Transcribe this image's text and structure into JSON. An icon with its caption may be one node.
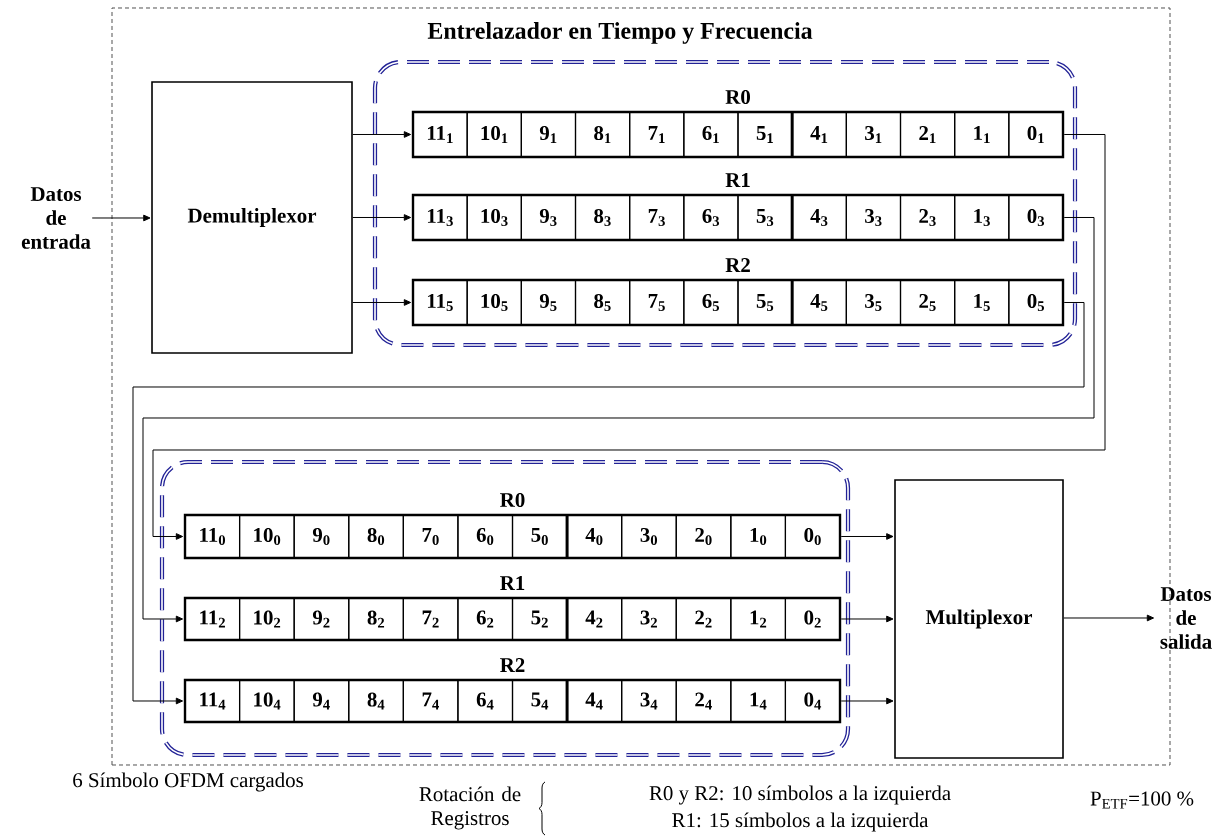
{
  "diagram": {
    "nodes": [
      {
        "text": [
          "Entrelazador en Tiempo y Frecuencia"
        ]
      },
      {
        "text": [
          "Datos de entrada"
        ]
      },
      {
        "text": [
          "Demultiplexor"
        ],
        "in": 0
      },
      {
        "text": [],
        "shape": "box",
        "in": 0
      },
      {
        "text": [
          "R0",
          "11$_{1}$",
          "10$_{1}$",
          "9$_{1}$",
          "8$_{1}$",
          "7$_{1}$",
          "6$_{1}$",
          "5$_{1}$",
          "4$_{1}$",
          "3$_{1}$",
          "2$_{1}$",
          "1$_{1}$",
          "0$_{1}$"
        ],
        "in": 3
      },
      {
        "text": [
          "R1",
          "11$_{3}$",
          "10$_{3}$",
          "9$_{3}$",
          "8$_{3}$",
          "7$_{3}$",
          "6$_{3}$",
          "5$_{3}$",
          "4$_{3}$",
          "3$_{3}$",
          "2$_{3}$",
          "1$_{3}$",
          "0$_{3}$"
        ],
        "in": 3
      },
      {
        "text": [
          "R2",
          "11$_{5}$",
          "10$_{5}$",
          "9$_{5}$",
          "8$_{5}$",
          "7$_{5}$",
          "6$_{5}$",
          "5$_{5}$",
          "4$_{5}$",
          "3$_{5}$",
          "2$_{5}$",
          "1$_{5}$",
          "0$_{5}$"
        ],
        "in": 3
      },
      {
        "text": [],
        "shape": "box",
        "in": 0
      },
      {
        "text": [
          "R0",
          "11$_{0}$",
          "10$_{0}$",
          "9$_{0}$",
          "8$_{0}$",
          "7$_{0}$",
          "6$_{0}$",
          "5$_{0}$",
          "4$_{0}$",
          "3$_{0}$",
          "2$_{0}$",
          "1$_{0}$",
          "0$_{0}$"
        ],
        "in": 7
      },
      {
        "text": [
          "R1",
          "11$_{2}$",
          "10$_{2}$",
          "9$_{2}$",
          "8$_{2}$",
          "7$_{2}$",
          "6$_{2}$",
          "5$_{2}$",
          "4$_{2}$",
          "3$_{2}$",
          "2$_{2}$",
          "1$_{2}$",
          "0$_{2}$"
        ],
        "in": 7
      },
      {
        "text": [
          "R2",
          "11$_{4}$",
          "10$_{4}$",
          "9$_{4}$",
          "8$_{4}$",
          "7$_{4}$",
          "6$_{4}$",
          "5$_{4}$",
          "4$_{4}$",
          "3$_{4}$",
          "2$_{4}$",
          "1$_{4}$",
          "0$_{4}$"
        ],
        "in": 7
      },
      {
        "text": [
          "Multiplexor"
        ],
        "in": 0
      },
      {
        "text": [
          "Datos de salida"
        ]
      }
    ],
    "edges": [
      {
        "from": 1,
        "to": 2,
        "arrow": "to"
      },
      {
        "from": 2,
        "to": 4,
        "arrow": "to"
      },
      {
        "from": 2,
        "to": 5,
        "arrow": "to"
      },
      {
        "from": 2,
        "to": 6,
        "arrow": "to"
      },
      {
        "from": 4,
        "to": 8,
        "arrow": "to"
      },
      {
        "from": 5,
        "to": 9,
        "arrow": "to"
      },
      {
        "from": 6,
        "to": 10,
        "arrow": "to"
      },
      {
        "from": 8,
        "to": 11,
        "arrow": "to"
      },
      {
        "from": 9,
        "to": 11,
        "arrow": "to"
      },
      {
        "from": 10,
        "to": 11,
        "arrow": "to"
      },
      {
        "from": 11,
        "to": 12,
        "arrow": "to"
      }
    ],
    "labels": [
      "6 Símbolo OFDM cargados",
      "Rotación de Registros",
      "R0 y R2: 10 símbolos a la izquierda",
      "R1: 15 símbolos a la izquierda",
      "P$_{ETF}$=100 %"
    ]
  }
}
